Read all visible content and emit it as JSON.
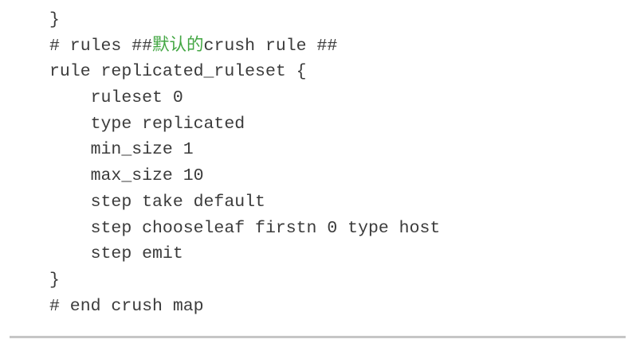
{
  "palette": {
    "page-bg": "#ffffff",
    "code-text": "#3b3b3b",
    "accent-green": "#42a642",
    "divider": "#c6c6c6"
  },
  "code": {
    "content_type": "crush-map-rule-listing",
    "lines": [
      {
        "segments": [
          {
            "text": "}"
          }
        ]
      },
      {
        "segments": [
          {
            "text": "# rules ##"
          },
          {
            "text": "默认的",
            "color": "accent-green"
          },
          {
            "text": "crush rule ##"
          }
        ]
      },
      {
        "segments": [
          {
            "text": "rule replicated_ruleset {"
          }
        ]
      },
      {
        "segments": [
          {
            "text": "    ruleset 0"
          }
        ]
      },
      {
        "segments": [
          {
            "text": "    type replicated"
          }
        ]
      },
      {
        "segments": [
          {
            "text": "    min_size 1"
          }
        ]
      },
      {
        "segments": [
          {
            "text": "    max_size 10"
          }
        ]
      },
      {
        "segments": [
          {
            "text": "    step take default"
          }
        ]
      },
      {
        "segments": [
          {
            "text": "    step chooseleaf firstn 0 type host"
          }
        ]
      },
      {
        "segments": [
          {
            "text": "    step emit"
          }
        ]
      },
      {
        "segments": [
          {
            "text": "}"
          }
        ]
      },
      {
        "segments": [
          {
            "text": "# end crush map"
          }
        ]
      }
    ]
  }
}
